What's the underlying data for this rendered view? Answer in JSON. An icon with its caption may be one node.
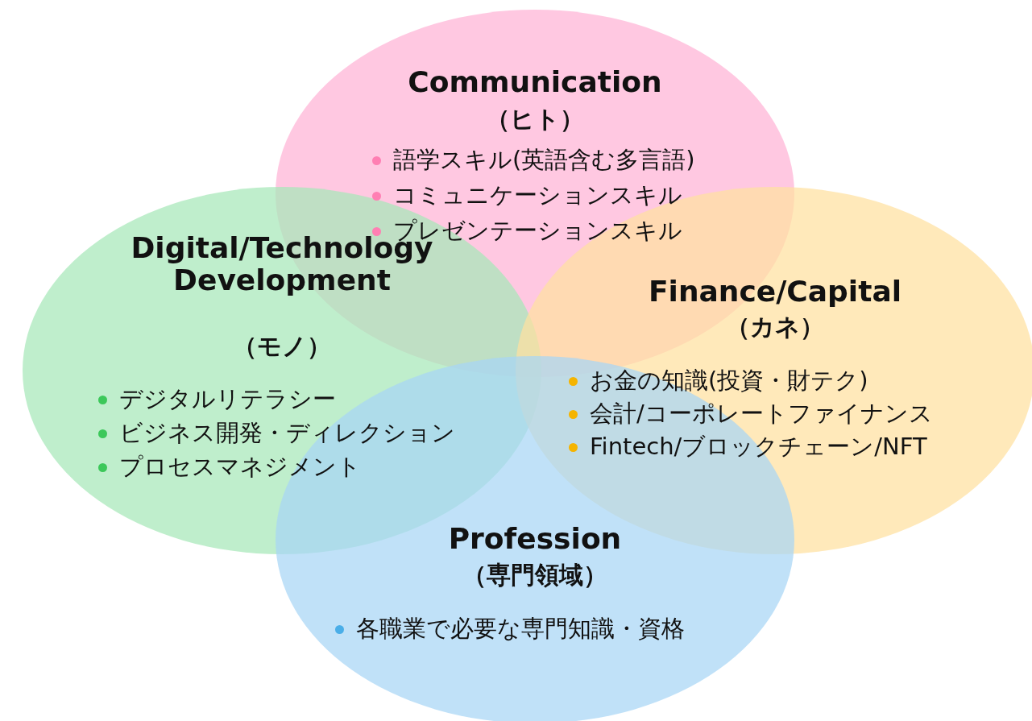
{
  "diagram": {
    "nodes": [
      {
        "text": [
          "Communication",
          "（ヒト）",
          "語学スキル(英語含む多言語)",
          "コミュニケーションスキル",
          "プレゼンテーションスキル"
        ]
      },
      {
        "text": [
          "Digital/Technology Development",
          "（モノ）",
          "デジタルリテラシー",
          "ビジネス開発・ディレクション",
          "プロセスマネジメント"
        ]
      },
      {
        "text": [
          "Finance/Capital",
          "（カネ）",
          "お金の知識(投資・財テク)",
          "会計/コーポレートファイナンス",
          "Fintech/ブロックチェーン/NFT"
        ]
      },
      {
        "text": [
          "Profession",
          "（専門領域）",
          "各職業で必要な専門知識・資格"
        ]
      }
    ]
  }
}
